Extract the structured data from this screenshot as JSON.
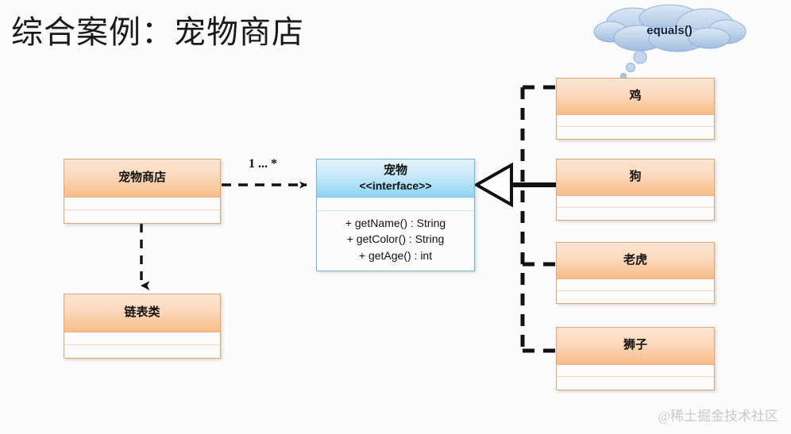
{
  "page": {
    "title": "综合案例：宠物商店",
    "watermark": "@稀土掘金技术社区"
  },
  "callout": {
    "label": "equals()",
    "shape": "thought-cloud",
    "color": "#b9cfe8"
  },
  "classes": {
    "pet_shop": {
      "name": "宠物商店",
      "compartments": 2
    },
    "linked_list": {
      "name": "链表类",
      "compartments": 2
    },
    "pet_interface": {
      "name": "宠物",
      "stereotype": "<<interface>>",
      "methods": [
        "+ getName() : String",
        "+ getColor() : String",
        "+ getAge() : int"
      ]
    },
    "chicken": {
      "name": "鸡",
      "compartments": 2
    },
    "dog": {
      "name": "狗",
      "compartments": 2
    },
    "tiger": {
      "name": "老虎",
      "compartments": 2
    },
    "lion": {
      "name": "狮子",
      "compartments": 2
    }
  },
  "relations": {
    "shop_to_pet": {
      "kind": "dependency",
      "multiplicity": "1 ... *",
      "style": "dashed-arrow"
    },
    "shop_to_list": {
      "kind": "dependency",
      "style": "dashed-arrow"
    },
    "implementations": {
      "kind": "realization",
      "style": "dashed-hollow-triangle",
      "targets": [
        "鸡",
        "狗",
        "老虎",
        "狮子"
      ]
    }
  },
  "colors": {
    "class_header_top": "#fce5d2",
    "class_header_bottom": "#f8bc86",
    "class_border": "#e0a776",
    "interface_header_top": "#e3f3fc",
    "interface_header_bottom": "#8ed3ef",
    "interface_border": "#6fb9d6",
    "cloud_fill": "#b9cfe8",
    "background": "#fbfbfb",
    "connector": "#111111"
  }
}
